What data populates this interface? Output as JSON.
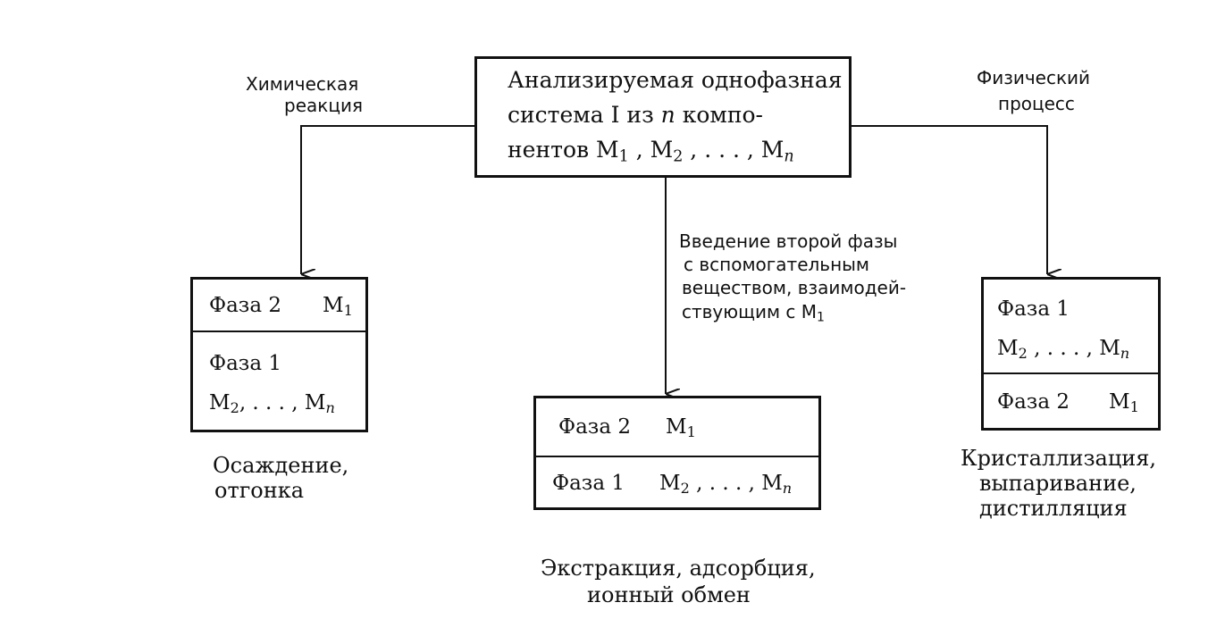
{
  "source": {
    "line1": "Анализируемая однофазная",
    "line2": "система  I  из  n  компо-",
    "line3": "нентов  M1 , M2 , . . . , Mn"
  },
  "labels": {
    "chemical_line1": "Химическая",
    "chemical_line2": "реакция",
    "physical_line1": "Физический",
    "physical_line2": "процесс",
    "middle_line1": "Введение второй  фазы",
    "middle_line2": "с вспомогательным",
    "middle_line3": "веществом, взаимодей-",
    "middle_line4": "ствующим с M1"
  },
  "left_box": {
    "top_phase": "Фаза 2",
    "top_comp": "M1",
    "bottom_phase": "Фаза 1",
    "bottom_comp": "M2, . . . , Mn"
  },
  "middle_box": {
    "top_phase": "Фаза 2",
    "top_comp": "M1",
    "bottom_phase": "Фаза 1",
    "bottom_comp": "M2 , . . . , Mn"
  },
  "right_box": {
    "top_phase": "Фаза 1",
    "top_comp": "M2 , . . . , Mn",
    "bottom_phase": "Фаза 2",
    "bottom_comp": "M1"
  },
  "captions": {
    "left_line1": "Осаждение,",
    "left_line2": "отгонка",
    "middle_line1": "Экстракция, адсорбция,",
    "middle_line2": "ионный обмен",
    "right_line1": "Кристаллизация,",
    "right_line2": "выпаривание,",
    "right_line3": "дистилляция"
  }
}
